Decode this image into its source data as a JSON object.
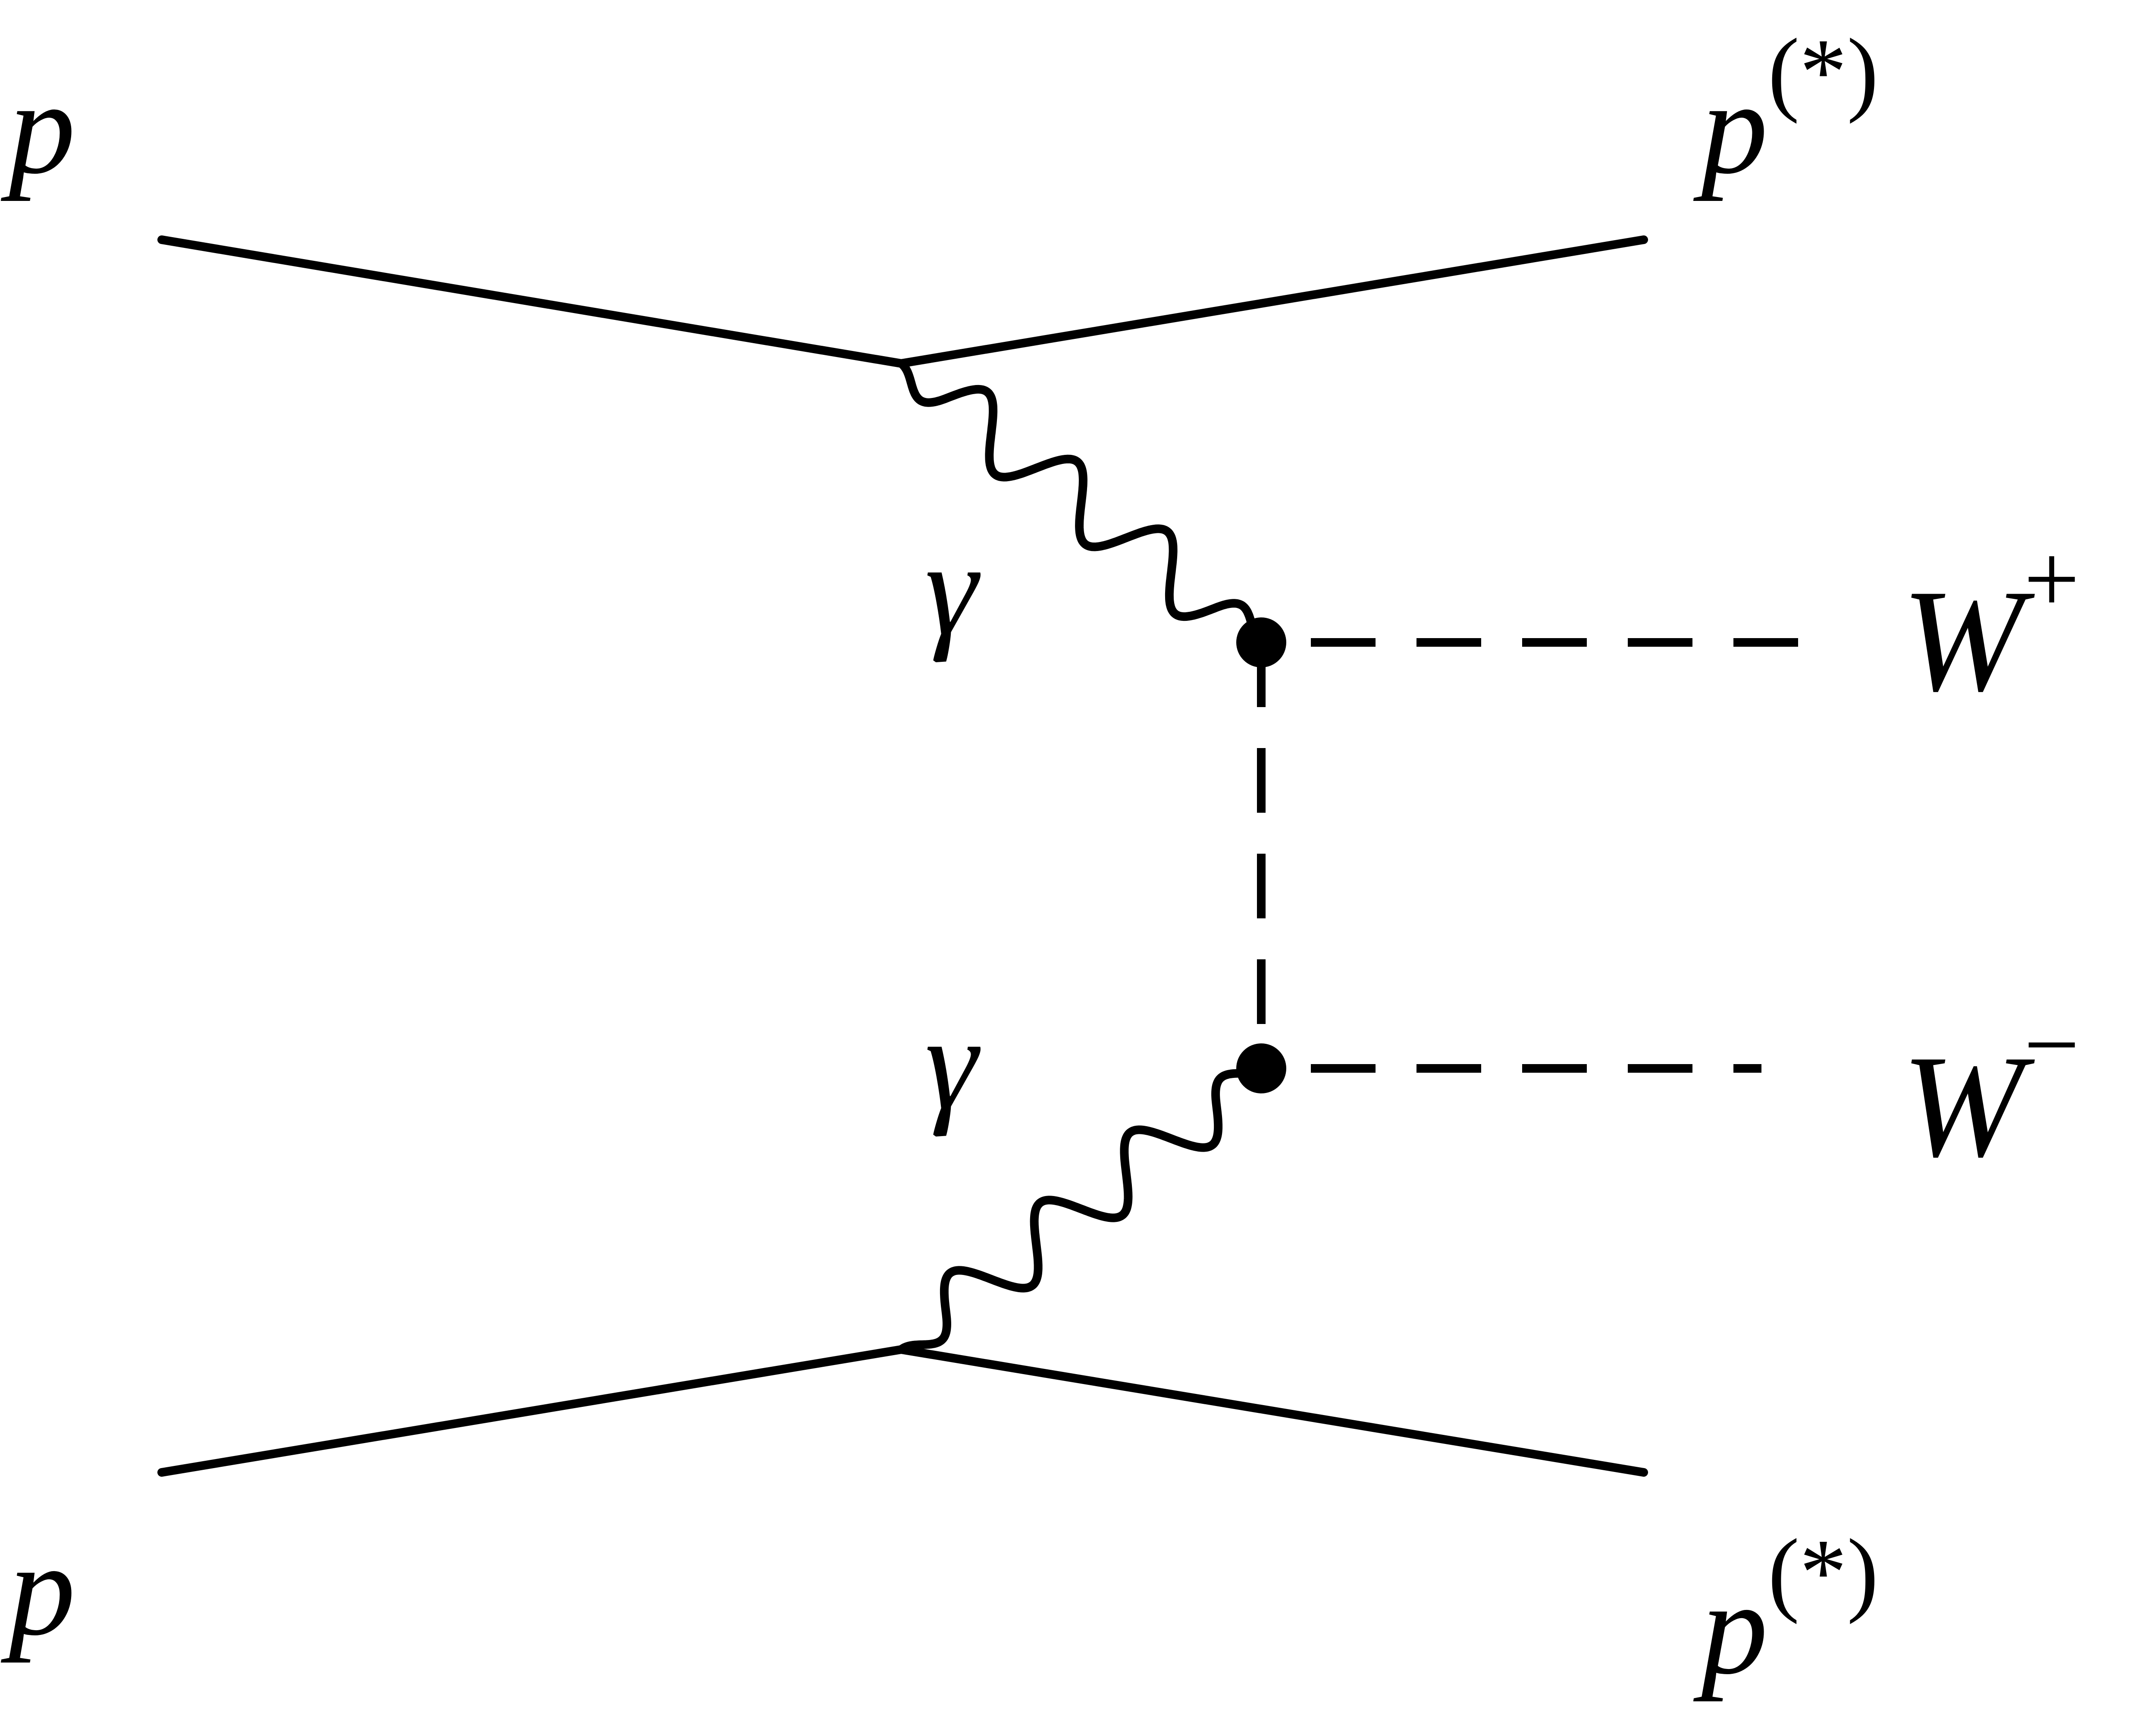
{
  "labels": {
    "proton_in_top": "p",
    "proton_in_bottom": "p",
    "proton_out_top": {
      "base": "p",
      "superscript": "(*)"
    },
    "proton_out_bottom": {
      "base": "p",
      "superscript": "(*)"
    },
    "photon_top": "γ",
    "photon_bottom": "γ",
    "w_plus": {
      "base": "W",
      "superscript": "+"
    },
    "w_minus": {
      "base": "W",
      "superscript": "−"
    }
  },
  "line_color": "#000000",
  "background_color": "#ffffff"
}
